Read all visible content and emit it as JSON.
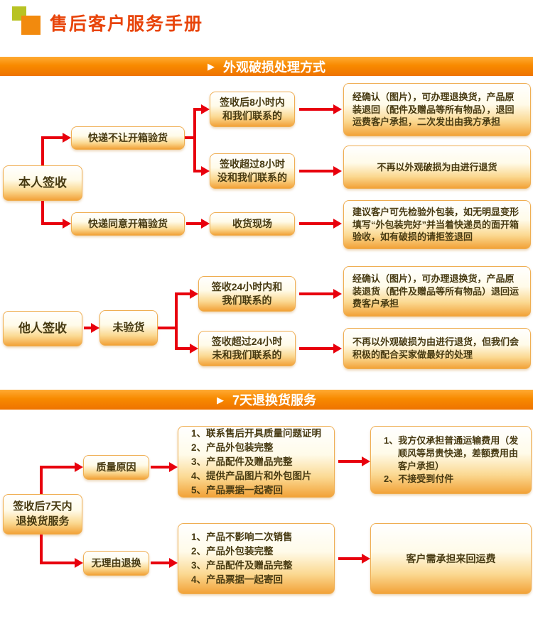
{
  "header": {
    "title": "售后客户服务手册"
  },
  "icons": {
    "banner_arrow": "▶"
  },
  "section1": {
    "banner": "外观破损处理方式",
    "nodes": {
      "self_sign": "本人签收",
      "no_open": "快递不让开箱验货",
      "agree_open": "快递同意开箱验货",
      "within8": "签收后8小时内\n和我们联系的",
      "over8": "签收超过8小时\n没和我们联系的",
      "scene": "收货现场",
      "other_sign": "他人签收",
      "not_inspected": "未验货",
      "within24": "签收24小时内和\n我们联系的",
      "over24": "签收超过24小时\n未和我们联系的"
    },
    "results": {
      "r1": "经确认（图片），可办理退换货，产品原装退回（配件及赠品等所有物品），退回运费客户承担，二次发出由我方承担",
      "r2": "不再以外观破损为由进行退货",
      "r3": "建议客户可先检验外包装，如无明显变形填写“外包装完好”并当着快递员的面开箱验收，如有破损的请拒签退回",
      "r4": "经确认（图片），可办理退换货，产品原装退货（配件及赠品等所有物品）退回运费客户承担",
      "r5": "不再以外观破损为由进行退货，但我们会积极的配合买家做最好的处理"
    }
  },
  "section2": {
    "banner": "7天退换货服务",
    "nodes": {
      "root": "签收后7天内\n退换货服务",
      "quality": "质量原因",
      "no_reason": "无理由退换"
    },
    "quality_list": [
      "1、联系售后开具质量问题证明",
      "2、产品外包装完整",
      "3、产品配件及赠品完整",
      "4、提供产品图片和外包图片",
      "5、产品票据一起寄回"
    ],
    "quality_result": [
      "1、我方仅承担普通运输费用（发顺风等昂贵快递，差额费用由客户承担）",
      "2、不接受到付件"
    ],
    "no_reason_list": [
      "1、产品不影响二次销售",
      "2、产品外包装完整",
      "3、产品配件及赠品完整",
      "4、产品票据一起寄回"
    ],
    "no_reason_result": "客户需承担来回运费"
  }
}
